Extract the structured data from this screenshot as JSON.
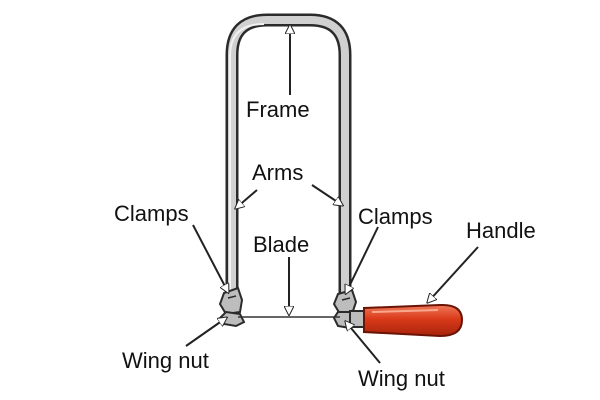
{
  "labels": {
    "frame": "Frame",
    "arms": "Arms",
    "clamps_left": "Clamps",
    "clamps_right": "Clamps",
    "blade": "Blade",
    "handle": "Handle",
    "wing_nut_left": "Wing nut",
    "wing_nut_right": "Wing nut"
  },
  "colors": {
    "frame_outline": "#2b2b2b",
    "frame_fill": "#bdbdbd",
    "handle": "#d93a1a",
    "handle_highlight": "#f07a5a",
    "arrow_fill": "#ffffff",
    "arrow_stroke": "#222222"
  }
}
